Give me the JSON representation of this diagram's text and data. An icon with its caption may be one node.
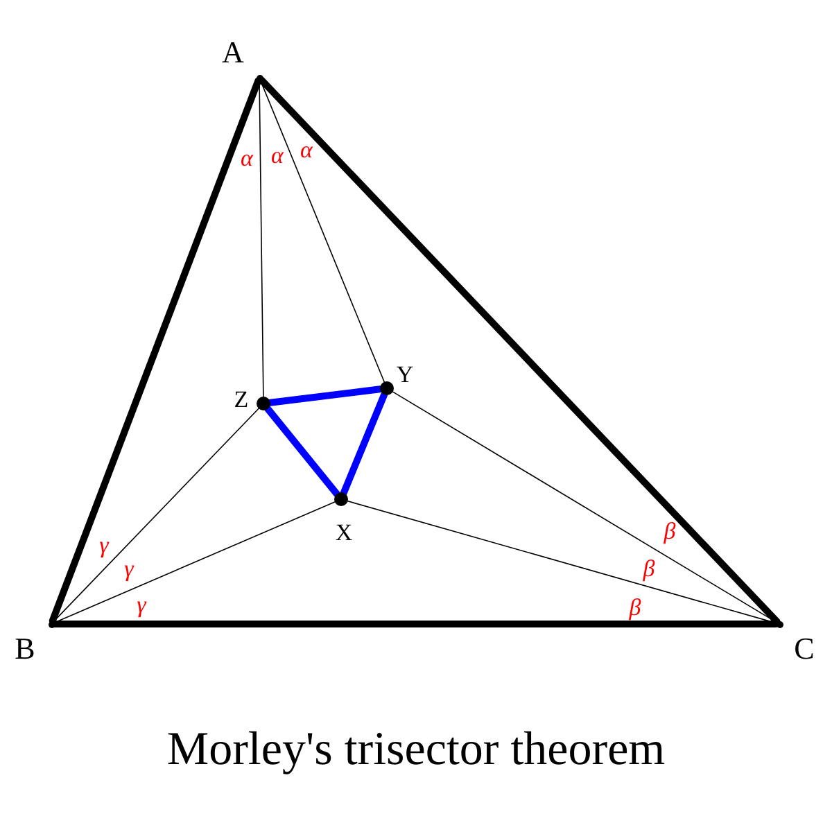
{
  "diagram": {
    "caption": "Morley's trisector theorem",
    "nodes": [
      {
        "text": [],
        "shape": "point",
        "beside": [
          "A"
        ]
      },
      {
        "text": [],
        "shape": "point",
        "beside": [
          "B"
        ]
      },
      {
        "text": [],
        "shape": "point",
        "beside": [
          "C"
        ]
      },
      {
        "text": [],
        "shape": "circle",
        "beside": [
          "Z"
        ]
      },
      {
        "text": [],
        "shape": "circle",
        "beside": [
          "Y"
        ]
      },
      {
        "text": [],
        "shape": "circle",
        "beside": [
          "X"
        ]
      }
    ],
    "edges": [
      {
        "from": 0,
        "to": 1,
        "arrow": "none",
        "style": "thick"
      },
      {
        "from": 1,
        "to": 2,
        "arrow": "none",
        "style": "thick"
      },
      {
        "from": 2,
        "to": 0,
        "arrow": "none",
        "style": "thick"
      },
      {
        "from": 0,
        "to": 3,
        "arrow": "none"
      },
      {
        "from": 0,
        "to": 4,
        "arrow": "none"
      },
      {
        "from": 1,
        "to": 3,
        "arrow": "none"
      },
      {
        "from": 1,
        "to": 5,
        "arrow": "none"
      },
      {
        "from": 2,
        "to": 4,
        "arrow": "none"
      },
      {
        "from": 2,
        "to": 5,
        "arrow": "none"
      },
      {
        "from": 3,
        "to": 4,
        "arrow": "none",
        "style": "thick",
        "color": "#0000ff"
      },
      {
        "from": 4,
        "to": 5,
        "arrow": "none",
        "style": "thick",
        "color": "#0000ff"
      },
      {
        "from": 5,
        "to": 3,
        "arrow": "none",
        "style": "thick",
        "color": "#0000ff"
      }
    ],
    "labels": [
      "α",
      "α",
      "α",
      "γ",
      "γ",
      "γ",
      "β",
      "β",
      "β"
    ]
  }
}
